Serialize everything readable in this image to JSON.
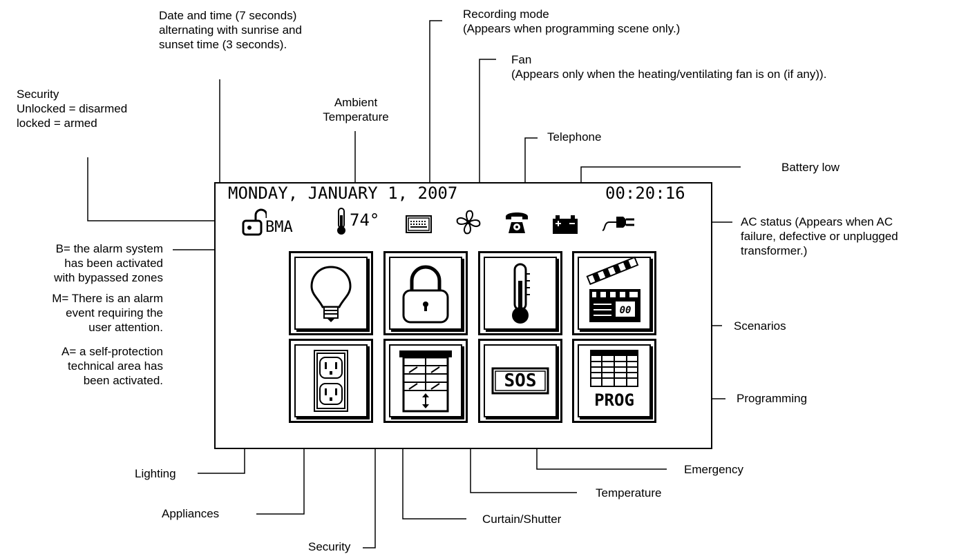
{
  "screen": {
    "date_text": "MONDAY, JANUARY 1, 2007",
    "time_text": "00:20:16",
    "security_state_letters": "BMA",
    "ambient_temperature": "74°",
    "icons": [
      "padlock-open-icon",
      "thermometer-icon",
      "recording-icon",
      "fan-icon",
      "telephone-icon",
      "battery-icon",
      "ac-plug-icon"
    ],
    "tiles_row1": [
      "lighting-bulb-icon",
      "security-padlock-icon",
      "temperature-thermometer-icon",
      "scenarios-clapper-icon"
    ],
    "tiles_row2": [
      "appliances-outlet-icon",
      "curtain-shutter-icon",
      "emergency-sos-icon",
      "programming-prog-icon"
    ],
    "sos_text": "SOS",
    "prog_text": "PROG"
  },
  "labels": {
    "date_time": "Date and time (7 seconds)\nalternating with sunrise and\nsunset time (3 seconds).",
    "recording": "Recording mode\n(Appears when programming scene only.)",
    "fan": "Fan\n(Appears only when the heating/ventilating fan is on (if any)).",
    "security_top": "Security\nUnlocked = disarmed\nlocked = armed",
    "ambient": "Ambient\nTemperature",
    "telephone": "Telephone",
    "battery": "Battery low",
    "ac_status": "AC status (Appears when AC\nfailure, defective or unplugged\ntransformer.)",
    "b_note": "B= the alarm system\nhas been activated\nwith bypassed zones",
    "m_note": "M= There is an alarm\nevent requiring the\nuser attention.",
    "a_note": "A= a self-protection\ntechnical area has\nbeen activated.",
    "scenarios": "Scenarios",
    "programming": "Programming",
    "emergency": "Emergency",
    "temperature": "Temperature",
    "curtain": "Curtain/Shutter",
    "security_bottom": "Security",
    "appliances": "Appliances",
    "lighting": "Lighting"
  }
}
